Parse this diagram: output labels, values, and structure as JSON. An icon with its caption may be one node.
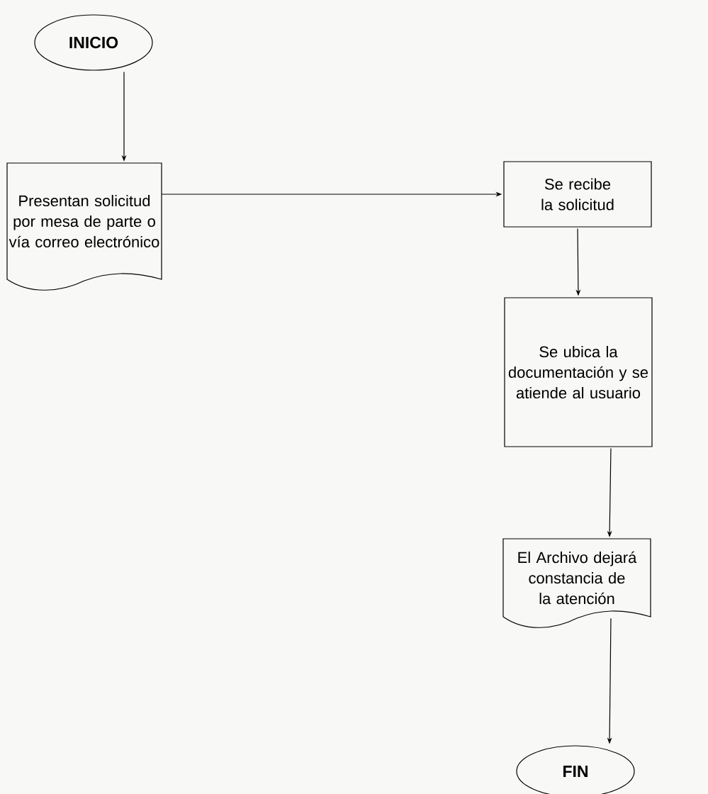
{
  "diagram": {
    "nodes": [
      {
        "text": [
          "INICIO"
        ]
      },
      {
        "text": [
          "Presentan solicitud por mesa de parte o vía correo electrónico"
        ]
      },
      {
        "text": [
          "Se recibe la solicitud"
        ]
      },
      {
        "text": [
          "Se ubica la documentación y se atiende al usuario"
        ]
      },
      {
        "text": [
          "El Archivo dejará constancia de la atención"
        ]
      },
      {
        "text": [
          "FIN"
        ]
      }
    ],
    "edges": [
      {
        "from": 0,
        "to": 1,
        "arrow": "to"
      },
      {
        "from": 1,
        "to": 2,
        "arrow": "to"
      },
      {
        "from": 2,
        "to": 3,
        "arrow": "to"
      },
      {
        "from": 3,
        "to": 4,
        "arrow": "to"
      },
      {
        "from": 4,
        "to": 5,
        "arrow": "to"
      }
    ]
  }
}
